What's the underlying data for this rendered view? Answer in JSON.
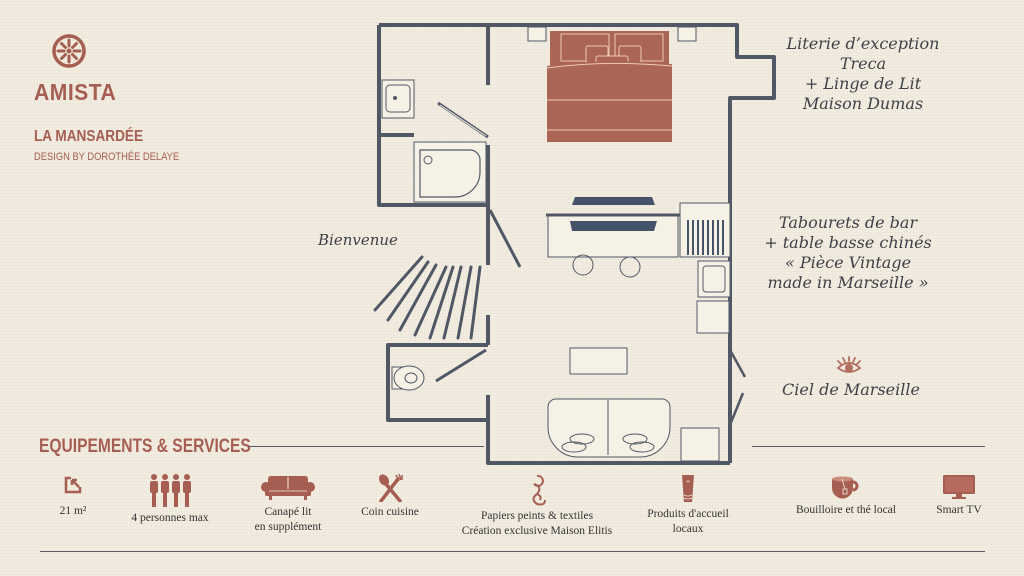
{
  "brand": {
    "name": "AMISTA",
    "logo_icon": "sun-wheel-icon",
    "color": "#a65e52"
  },
  "project": {
    "title": "LA MANSARDÉE",
    "subtitle": "DESIGN BY DOROTHÉE DELAYE"
  },
  "floorplan": {
    "wall_color": "#505866",
    "bed_color": "#aa6557",
    "labels": {
      "welcome": "Bienvenue",
      "bed_note": [
        "Literie d’exception",
        "Treca",
        "+ Linge de Lit",
        "Maison Dumas"
      ],
      "bar_note": [
        "Tabourets de bar",
        "+ table basse chinés",
        "« Pièce Vintage",
        "made in Marseille »"
      ],
      "sky_note": "Ciel de Marseille"
    }
  },
  "services": {
    "title": "EQUIPEMENTS & SERVICES",
    "items": [
      {
        "icon": "area-expand-icon",
        "line1": "21 m²",
        "line2": ""
      },
      {
        "icon": "four-people-icon",
        "line1": "4 personnes max",
        "line2": ""
      },
      {
        "icon": "sofa-icon",
        "line1": "Canapé lit",
        "line2": "en supplément"
      },
      {
        "icon": "spoon-fork-icon",
        "line1": "Coin cuisine",
        "line2": ""
      },
      {
        "icon": "swirl-pattern-icon",
        "line1": "Papiers peints & textiles",
        "line2": "Création exclusive Maison Elitis"
      },
      {
        "icon": "toiletry-tube-icon",
        "line1": "Produits d'accueil",
        "line2": "locaux"
      },
      {
        "icon": "tea-cup-icon",
        "line1": "Bouilloire et thé local",
        "line2": ""
      },
      {
        "icon": "tv-icon",
        "line1": "Smart TV",
        "line2": ""
      }
    ]
  }
}
